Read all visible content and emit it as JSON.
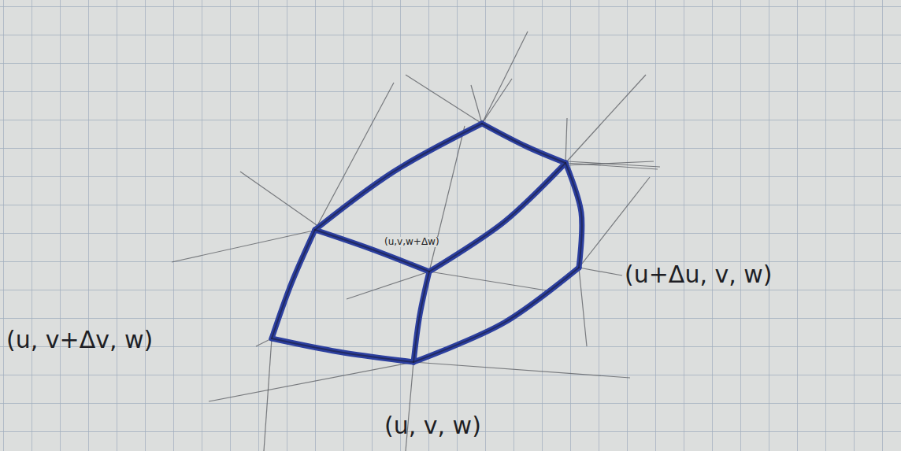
{
  "diagram": {
    "labels": [
      "(u,v,w+Δw)",
      "(u+Δu, v, w)",
      "(u, v+Δv, w)",
      "(u, v, w)"
    ]
  }
}
